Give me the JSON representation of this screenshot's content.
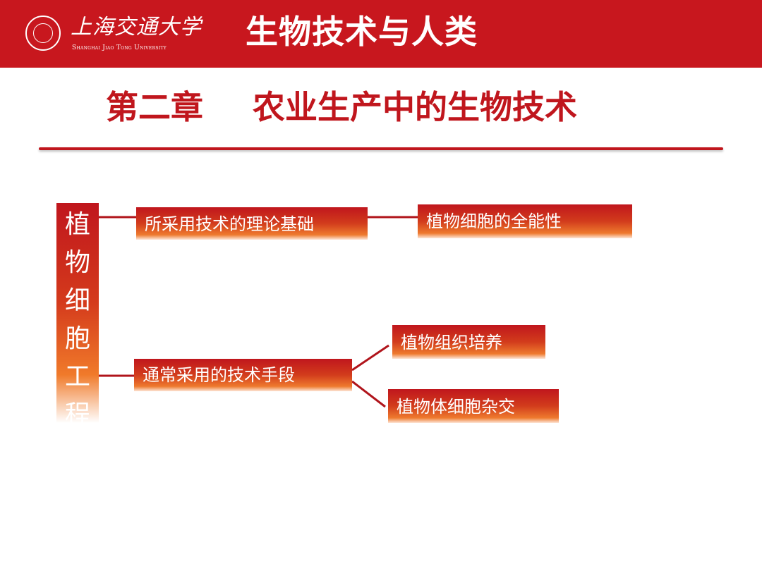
{
  "header": {
    "logo_cn": "上海交通大学",
    "logo_en": "Shanghai Jiao Tong University",
    "course_title": "生物技术与人类"
  },
  "slide": {
    "chapter_label": "第二章",
    "chapter_title": "农业生产中的生物技术"
  },
  "diagram": {
    "root": "植物细胞工程",
    "theory": "所采用技术的理论基础",
    "theory_leaf": "植物细胞的全能性",
    "methods": "通常采用的技术手段",
    "method_1": "植物组织培养",
    "method_2": "植物体细胞杂交"
  },
  "colors": {
    "header_red": "#c8171e",
    "title_red": "#c0161d",
    "gradient_orange": "#f07a2a"
  }
}
